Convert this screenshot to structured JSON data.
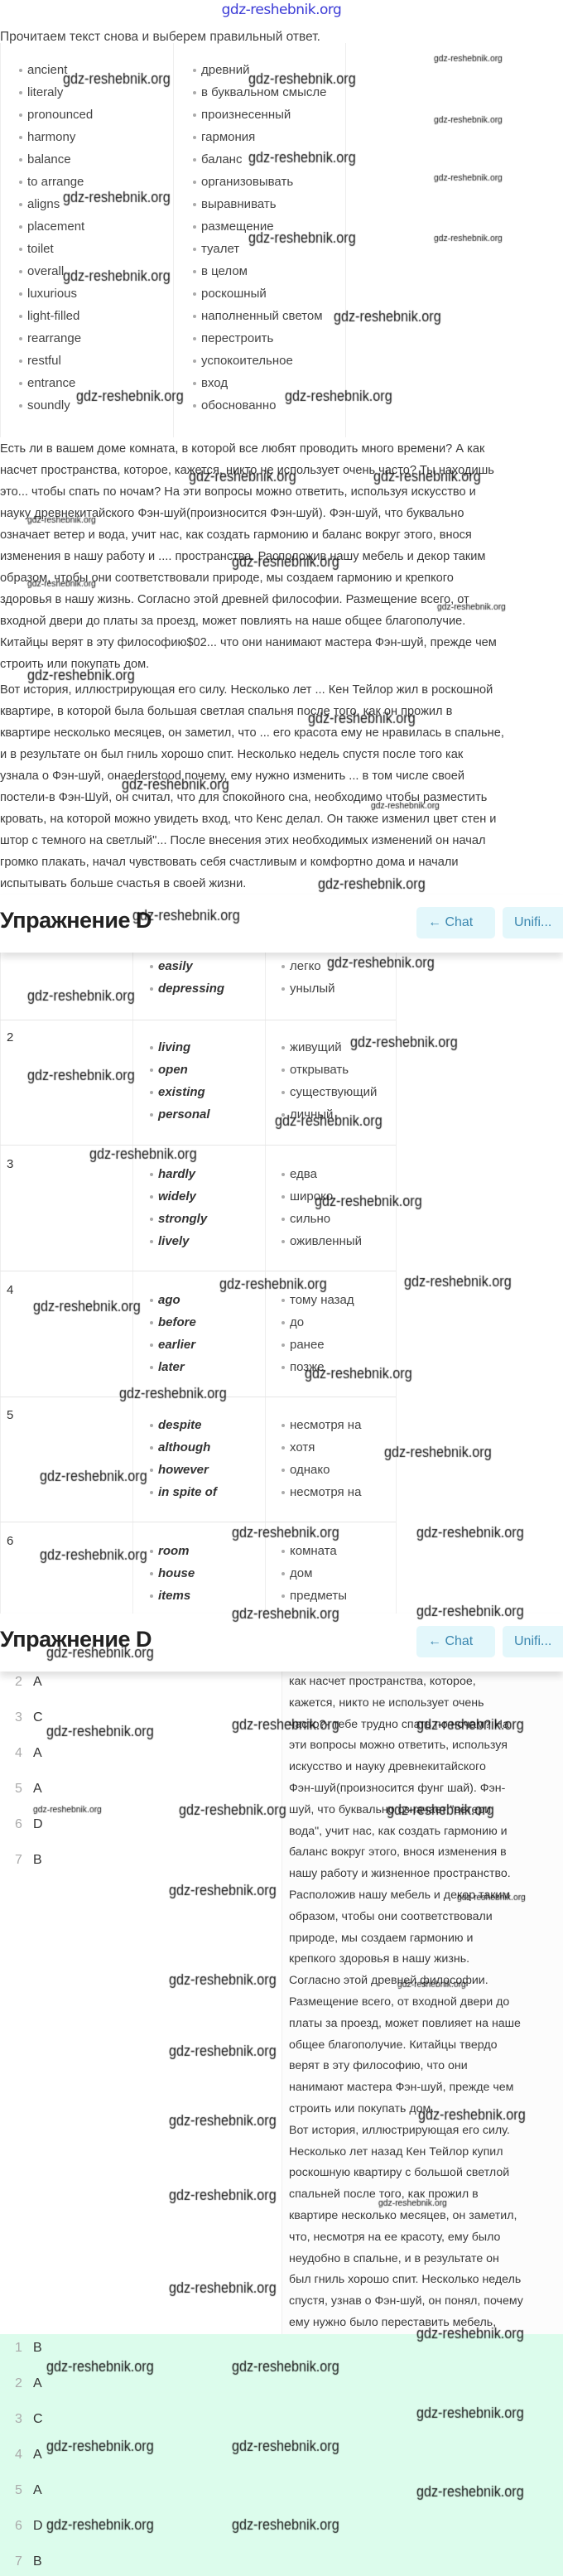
{
  "watermark": {
    "text": "gdz-reshebnik.org",
    "top_color": "#3b3bd6"
  },
  "intro": "Прочитаем текст снова и выберем правильный ответ.",
  "vocabulary": [
    [
      "ancient",
      "древний"
    ],
    [
      "literaly",
      "в буквальном смысле"
    ],
    [
      "pronounced",
      "произнесенный"
    ],
    [
      "harmony",
      "гармония"
    ],
    [
      "balance",
      "баланс"
    ],
    [
      "to arrange",
      "организовывать"
    ],
    [
      "aligns",
      "выравнивать"
    ],
    [
      "placement",
      "размещение"
    ],
    [
      "toilet",
      "туалет"
    ],
    [
      "overall",
      "в целом"
    ],
    [
      "luxurious",
      "роскошный"
    ],
    [
      "light-filled",
      "наполненный светом"
    ],
    [
      "rearrange",
      "перестроить"
    ],
    [
      "restful",
      "успокоительное"
    ],
    [
      "entrance",
      "вход"
    ],
    [
      "soundly",
      "обоснованно"
    ]
  ],
  "paragraph1": [
    "Есть ли в вашем доме комната, в которой все любят проводить много времени? А как",
    "насчет пространства, которое, кажется, никто не использует очень часто? Ты находишь",
    "это... чтобы спать по ночам? На эти вопросы можно ответить, используя искусство и",
    "науку древнекитайского Фэн-шуй(произносится Фэн-шуй). Фэн-шуй, что буквально",
    "означает ветер и вода, учит нас, как создать гармонию и баланс вокруг этого, внося",
    "изменения в нашу работу и .... пространства. Расположив нашу мебель и декор таким",
    "образом, чтобы они соответствовали природе, мы создаем гармонию и крепкого",
    "здоровья в нашу жизнь. Согласно этой древней философии. Размещение всего, от",
    "входной двери до платы за проезд, может повлиять на наше общее благополучие.",
    "Китайцы верят в эту философию$02... что они нанимают мастера Фэн-шуй, прежде чем",
    "строить или покупать дом."
  ],
  "paragraph2": [
    "Вот история, иллюстрирующая его силу. Несколько лет ... Кен Тейлор жил в роскошной",
    "квартире, в которой была большая светлая спальня после того, как он прожил в",
    "квартире несколько месяцев, он заметил, что ... его красота ему не нравилась в спальне,",
    "и в результате он был гниль хорошо спит. Несколько недель спустя после того как",
    "узнала о Фэн-шуй, онaederstood почему, ему нужно изменить ... в том числе своей",
    "постели-в Фэн-Шуй, он считал, что для спокойного сна, необходимо чтобы разместить",
    "кровать, на которой можно увидеть вход, что Кенс делал. Он также изменил цвет стен и",
    "штор с темного на светлый\"... После внесения этих необходимых изменений он начал",
    "громко плакать, начал чувствовать себя счастливым и комфортно дома и начали",
    "испытывать больше счастья в своей жизни."
  ],
  "header": {
    "title": "Упражнение D",
    "chat_label": "Chat",
    "unified_label": "Unifi..."
  },
  "exercise_rows": [
    {
      "num": "",
      "en": [
        "easily",
        "depressing"
      ],
      "ru": [
        "легко",
        "унылый"
      ]
    },
    {
      "num": "2",
      "en": [
        "living",
        "open",
        "existing",
        "personal"
      ],
      "ru": [
        "живущий",
        "открывать",
        "существующий",
        "личный"
      ]
    },
    {
      "num": "3",
      "en": [
        "hardly",
        "widely",
        "strongly",
        "lively"
      ],
      "ru": [
        "едва",
        "широко",
        "сильно",
        "оживленный"
      ]
    },
    {
      "num": "4",
      "en": [
        "ago",
        "before",
        "earlier",
        "later"
      ],
      "ru": [
        "тому назад",
        "до",
        "ранее",
        "позже"
      ]
    },
    {
      "num": "5",
      "en": [
        "despite",
        "although",
        "however",
        "in spite of"
      ],
      "ru": [
        "несмотря на",
        "хотя",
        "однако",
        "несмотря на"
      ]
    },
    {
      "num": "6",
      "en": [
        "room",
        "house",
        "items"
      ],
      "ru": [
        "комната",
        "дом",
        "предметы"
      ]
    }
  ],
  "answers_partial": [
    [
      "2",
      "A"
    ],
    [
      "3",
      "C"
    ],
    [
      "4",
      "A"
    ],
    [
      "5",
      "A"
    ],
    [
      "6",
      "D"
    ],
    [
      "7",
      "B"
    ]
  ],
  "translation_lines": [
    "как насчет пространства, которое,",
    "кажется, никто не использует очень",
    "часто?- тебе трудно спать по ночам? На",
    "эти вопросы можно ответить, используя",
    "искусство и науку древнекитайского",
    "Фэн-шуй(произносится фунг шай). Фэн-",
    "шуй, что буквально означает \"ветери",
    "вода\", учит нас, как создать гармонию и",
    "баланс вокруг этого, внося изменения в",
    "нашу работу и жизненное пространство.",
    "Расположив нашу мебель и декор таким",
    "образом, чтобы они соответствовали",
    "природе, мы создаем гармонию и",
    "крепкого здоровья в нашу жизнь.",
    "Согласно этой древней философии.",
    "Размещение всего, от входной двери до",
    "платы за проезд, может повлияет на наше",
    "общее благополучие. Китайцы твердо",
    "верят в эту философию, что они",
    "нанимают мастера Фэн-шуй, прежде чем",
    "строить или покупать дом.",
    "Вот история, иллюстрирующая его силу.",
    "Несколько лет назад Кен Тейлор купил",
    "роскошную квартиру с большой светлой",
    "спальней после того, как прожил в",
    "квартире несколько месяцев, он заметил,",
    "что, несмотря на ее красоту, ему было",
    "неудобно в спальне, и в результате он",
    "был гниль хорошо спит. Несколько недель",
    "спустя, узнав о Фэн-шуй, он понял, почему",
    "ему нужно было переставить мебель,"
  ],
  "answers_final": [
    [
      "1",
      "B"
    ],
    [
      "2",
      "A"
    ],
    [
      "3",
      "C"
    ],
    [
      "4",
      "A"
    ],
    [
      "5",
      "A"
    ],
    [
      "6",
      "D"
    ],
    [
      "7",
      "B"
    ]
  ],
  "colors": {
    "answer_bg": "#dcfcec",
    "button_bg": "#e3f7fb",
    "button_text": "#3c88b0"
  }
}
